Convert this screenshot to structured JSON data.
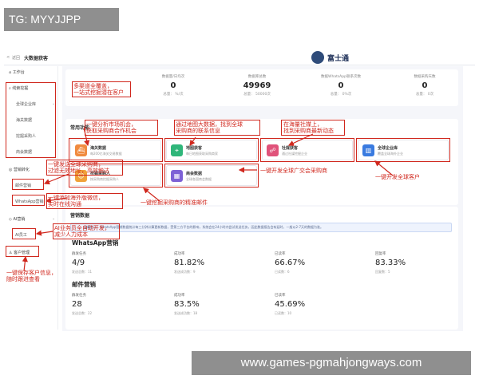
{
  "watermark_top": "TG: MYYJJPP",
  "watermark_bottom": "www.games-pgmahjongways.com",
  "topbar": {
    "back_label": "返回",
    "title": "大数据获客",
    "logo_text": "富士通"
  },
  "sidebar": {
    "workbench": "工作台",
    "acquisition": "线索挖掘",
    "sub_items": [
      "全球企业库",
      "海关数据",
      "挖掘采购人",
      "商会数据"
    ],
    "marketing": "营销转化",
    "email": "邮件营销",
    "whatsapp": "WhatsApp营销",
    "ai_marketing": "AI营销",
    "ai_staff": "AI员工",
    "customer": "客户管理"
  },
  "stats": [
    {
      "label": "数据量/日均次",
      "value": "0",
      "unit": "总量：  %/次"
    },
    {
      "label": "数据库总数",
      "value": "49969",
      "unit": "总量：  50000次"
    },
    {
      "label": "数据WhatsApp联系次数",
      "value": "0",
      "unit": "总量：  0%次"
    },
    {
      "label": "数据采购天数",
      "value": "0",
      "unit": "总量：  0次"
    }
  ],
  "functions": {
    "title": "常用功能",
    "cards": [
      {
        "name": "海关数据",
        "desc": "每200亿海关交易数据",
        "color": "#f08b3f",
        "icon": "ship-icon"
      },
      {
        "name": "地图获客",
        "desc": "每日地图获取采购商家",
        "color": "#2fb67a",
        "icon": "map-icon"
      },
      {
        "name": "社媒获客",
        "desc": "通过社媒挖掘企业",
        "color": "#e0527a",
        "icon": "social-icon"
      },
      {
        "name": "全球企业库",
        "desc": "覆盖全球海外企业",
        "color": "#3a7be0",
        "icon": "building-icon"
      },
      {
        "name": "挖掘采购人",
        "desc": "按采购商挖掘采购人",
        "color": "#f0a23a",
        "icon": "person-icon"
      },
      {
        "name": "商会数据",
        "desc": "全球各国商会数据",
        "color": "#7d61d6",
        "icon": "grid-icon"
      }
    ]
  },
  "marketing": {
    "title": "营销数据",
    "notice": "温馨提示：WhatsApp营销数据统计每三分钟计算更新数据，受第三方平台的影响，系统会在24小时内尝试发送任务，因此数据报告会有延时，一般以2-7天的数据为准。",
    "whatsapp": {
      "title": "WhatsApp营销",
      "kpis": [
        {
          "label": "群发任务",
          "value": "4/9",
          "sub": "发送总数：11"
        },
        {
          "label": "成功率",
          "value": "81.82%",
          "sub": "发送成功数：9"
        },
        {
          "label": "已读率",
          "value": "66.67%",
          "sub": "已读数：6"
        },
        {
          "label": "回复率",
          "value": "83.33%",
          "sub": "回复数：5"
        }
      ]
    },
    "email": {
      "title": "邮件营销",
      "kpis": [
        {
          "label": "群发任务",
          "value": "28",
          "sub": "发送总数：22"
        },
        {
          "label": "成功率",
          "value": "83.5%",
          "sub": "发送成功数：18"
        },
        {
          "label": "已读率",
          "value": "45.69%",
          "sub": "已读数：10"
        }
      ]
    }
  },
  "annotations": [
    "多渠道全覆盖，\n一站式挖掘潜在客户",
    "一键分析市场机会，\n获取采购商合作机会",
    "通过地图大数据，找到全球\n采购商的联系信息",
    "在海量社媒上，\n找到采购商最新动态",
    "一键开发全球客户",
    "一键开发全球广交会采购商",
    "一键挖掘采购商的精准邮件",
    "一键发送全球采购商，\n过滤无效地址，高效触达",
    "一键添加海外版微信，\n实时在线沟通",
    "AI业务员全自动开发，\n减少人力成本",
    "一键保存客户信息，\n随时跟进查看"
  ],
  "colors": {
    "annotation": "#d0271d",
    "panel_bg": "#f5f6fa"
  }
}
